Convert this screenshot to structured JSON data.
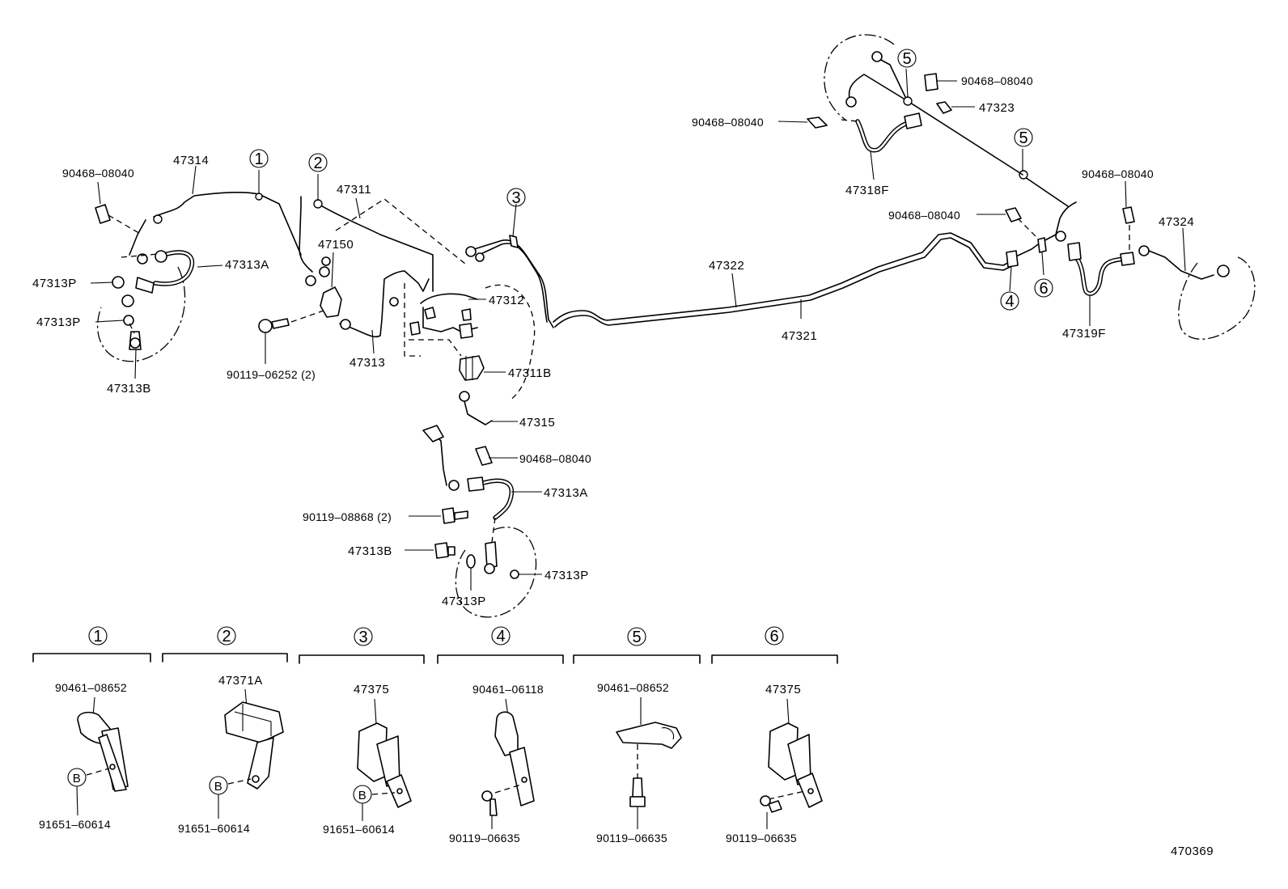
{
  "labels": {
    "l_90468_a": "90468–08040",
    "l_47314": "47314",
    "l_47313A_a": "47313A",
    "l_47313P_a": "47313P",
    "l_47313P_b": "47313P",
    "l_47313B_a": "47313B",
    "l_47311": "47311",
    "l_47150": "47150",
    "l_90119_06252": "90119–06252 (2)",
    "l_47313": "47313",
    "l_47312": "47312",
    "l_47311B": "47311B",
    "l_47315": "47315",
    "l_90468_b": "90468–08040",
    "l_47313A_b": "47313A",
    "l_90119_08868": "90119–08868 (2)",
    "l_47313B_b": "47313B",
    "l_47313P_c": "47313P",
    "l_47313P_d": "47313P",
    "l_47322": "47322",
    "l_47321": "47321",
    "l_90468_c": "90468–08040",
    "l_90468_d": "90468–08040",
    "l_47323": "47323",
    "l_47318F": "47318F",
    "l_90468_e": "90468–08040",
    "l_90468_f": "90468–08040",
    "l_47324": "47324",
    "l_47319F": "47319F"
  },
  "callouts": {
    "c1": "1",
    "c2": "2",
    "c3": "3",
    "c4": "4",
    "c5a": "5",
    "c5b": "5",
    "c6": "6"
  },
  "details": [
    {
      "num": "1",
      "top": "90461–08652",
      "b": "B",
      "bottom": "91651–60614"
    },
    {
      "num": "2",
      "top": "47371A",
      "b": "B",
      "bottom": "91651–60614"
    },
    {
      "num": "3",
      "top": "47375",
      "b": "B",
      "bottom": "91651–60614"
    },
    {
      "num": "4",
      "top": "90461–06118",
      "bottom": "90119–06635"
    },
    {
      "num": "5",
      "top": "90461–08652",
      "bottom": "90119–06635"
    },
    {
      "num": "6",
      "top": "47375",
      "bottom": "90119–06635"
    }
  ],
  "figure_id": "470369"
}
